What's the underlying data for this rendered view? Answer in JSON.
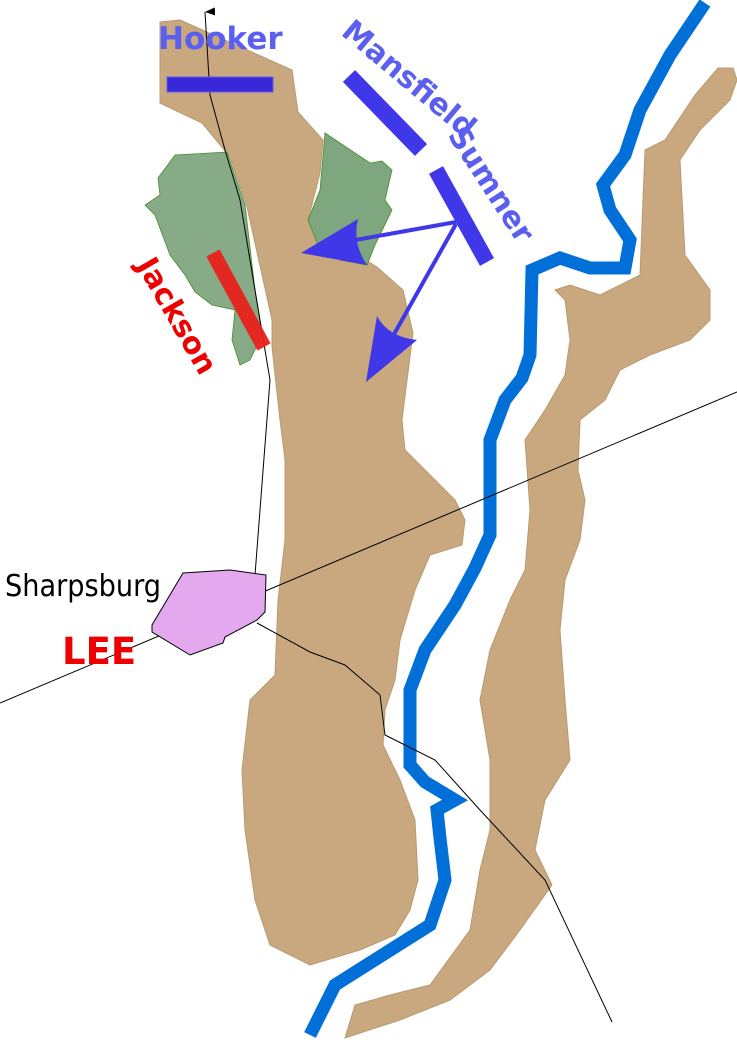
{
  "labels": {
    "hooker": "Hooker",
    "mansfield": "Mansfield",
    "sumner": "Sumner",
    "jackson": "Jackson",
    "town": "Sharpsburg",
    "lee": "LEE"
  },
  "colors": {
    "union": "#3f37e8",
    "union_text": "#5b5ff0",
    "confederate": "#e8211c",
    "confederate_text": "#ee0000",
    "ridge": "#c9a87f",
    "forest": "#7fa77f",
    "river": "#0070d8",
    "town": "#e4a8ee"
  }
}
